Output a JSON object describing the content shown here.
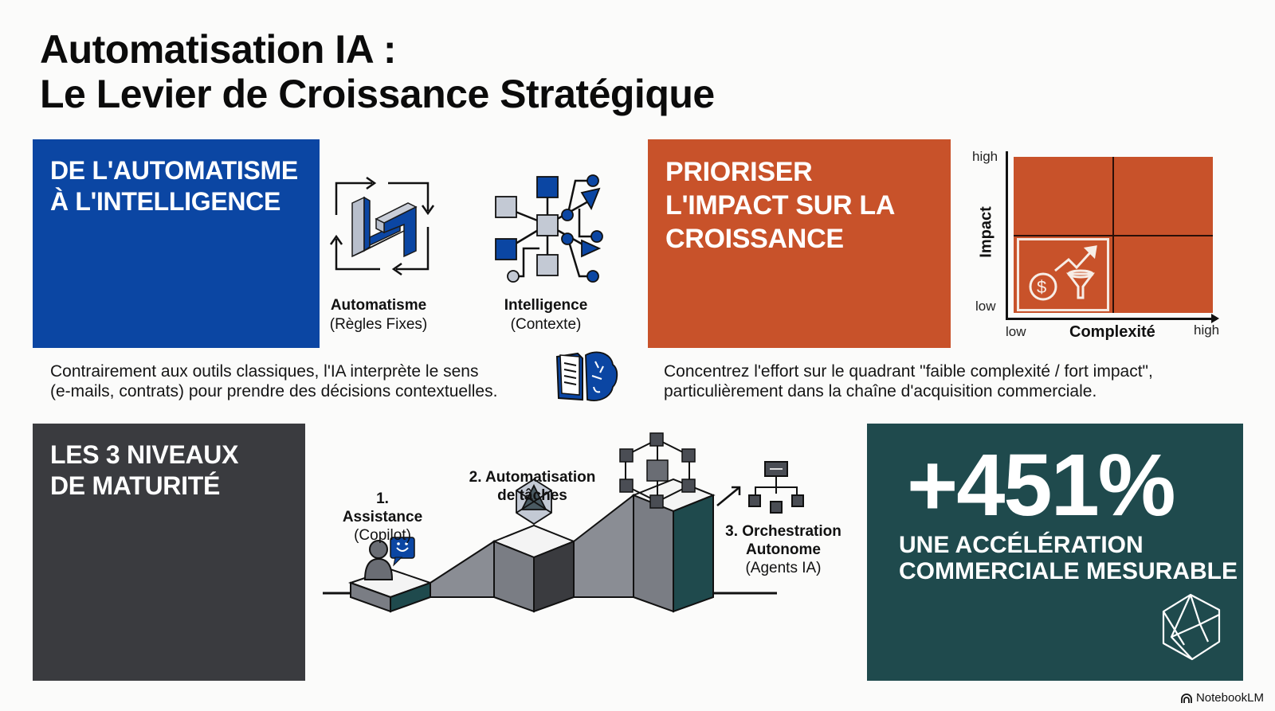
{
  "title": {
    "line1": "Automatisation IA :",
    "line2": "Le Levier de Croissance Stratégique"
  },
  "section1": {
    "panel_title": [
      "DE L'AUTOMATISME",
      "À L'INTELLIGENCE"
    ],
    "panel_color": "#0b46a3",
    "icons": [
      {
        "icon": "loop-blocks-icon",
        "label": "Automatisme",
        "sublabel": "(Règles Fixes)"
      },
      {
        "icon": "network-cubes-icon",
        "label": "Intelligence",
        "sublabel": "(Contexte)"
      }
    ],
    "description": [
      "Contrairement aux outils classiques, l'IA interprète le sens",
      "(e-mails, contrats) pour prendre des décisions contextuelles."
    ],
    "description_icon": "book-brain-icon"
  },
  "section2": {
    "panel_title": [
      "PRIORISER",
      "L'IMPACT SUR LA",
      "CROISSANCE"
    ],
    "panel_color": "#c8522a",
    "matrix": {
      "y_axis_label": "Impact",
      "x_axis_label": "Complexité",
      "y_high": "high",
      "y_low": "low",
      "x_low": "low",
      "x_high": "high",
      "highlighted_quadrant_icon": "dollar-funnel-growth-icon"
    },
    "description": [
      "Concentrez l'effort sur le quadrant \"faible complexité / fort impact\",",
      "particulièrement dans la chaîne d'acquisition commerciale."
    ]
  },
  "section3": {
    "panel_title": [
      "LES 3 NIVEAUX",
      "DE MATURITÉ"
    ],
    "panel_color": "#3a3b3f",
    "steps": [
      {
        "label": "1. Assistance",
        "sublabel": "(Copilot)",
        "icon": "person-chat-icon"
      },
      {
        "label": "2. Automatisation",
        "label2": "de tâches",
        "icon": "crystal-icon"
      },
      {
        "label": "3. Orchestration",
        "label2": "Autonome",
        "sublabel": "(Agents IA)",
        "icon": "agent-hierarchy-icon"
      }
    ]
  },
  "section4": {
    "value": "+451%",
    "subtitle": [
      "UNE ACCÉLÉRATION",
      "COMMERCIALE MESURABLE"
    ],
    "panel_color": "#1f4a4d",
    "icon": "polyhedron-icon"
  },
  "brand": "NotebookLM"
}
